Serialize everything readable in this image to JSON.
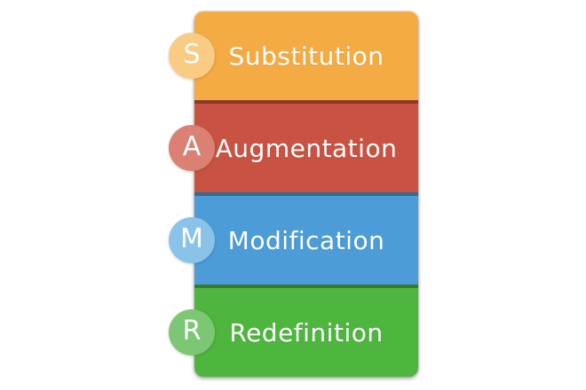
{
  "diagram": {
    "background_color": "#FFFFFF",
    "text_color": "#FFFFFF",
    "levels": [
      {
        "letter": "S",
        "label": "Substitution",
        "color": "#F5AB43",
        "badge_color": "#F9CB83"
      },
      {
        "letter": "A",
        "label": "Augmentation",
        "color": "#C95342",
        "badge_color": "#DB8173"
      },
      {
        "letter": "M",
        "label": "Modification",
        "color": "#4C9DD7",
        "badge_color": "#89C3E9"
      },
      {
        "letter": "R",
        "label": "Redefinition",
        "color": "#4EB53E",
        "badge_color": "#7BC774"
      }
    ]
  }
}
